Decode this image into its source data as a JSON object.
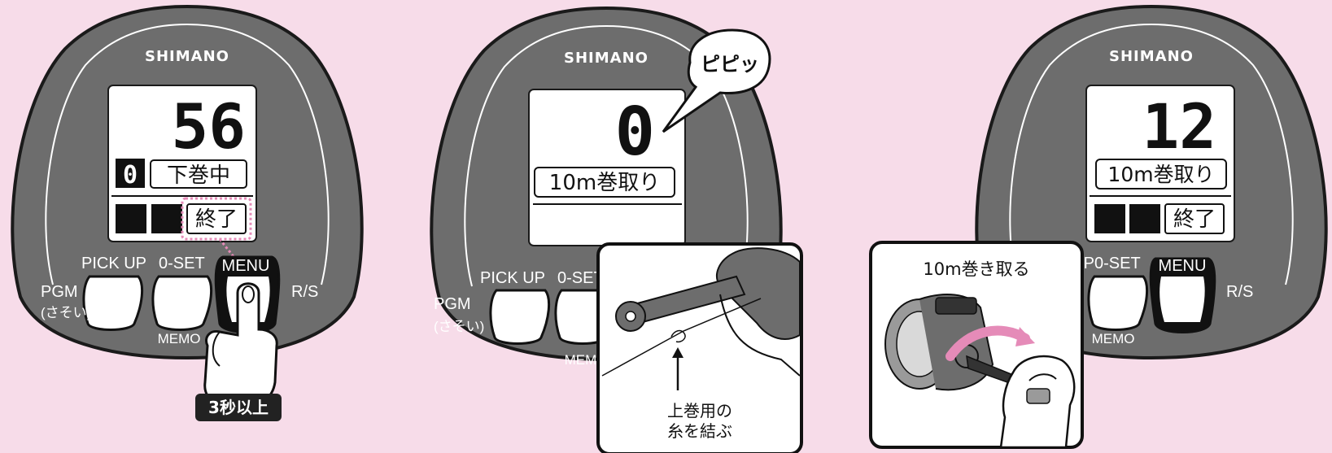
{
  "brand": "SHIMANO",
  "labels": {
    "pick_up": "PICK UP",
    "zero_set": "0-SET",
    "menu": "MENU",
    "pgm": "PGM",
    "pgm_sub": "(さそい)",
    "rs": "R/S",
    "memo": "MEMO"
  },
  "panel1": {
    "depth": "56",
    "small_box": "0",
    "status": "下巻中",
    "end_label": "終了",
    "hold_badge": "3秒以上"
  },
  "panel2": {
    "depth": "0",
    "mode": "10m巻取り",
    "bubble": "ピピッ",
    "inset_caption_line1": "上巻用の",
    "inset_caption_line2": "糸を結ぶ"
  },
  "panel3": {
    "depth": "12",
    "mode": "10m巻取り",
    "end_label": "終了",
    "inset_title": "10m巻き取る"
  },
  "colors": {
    "background": "#f7dce9",
    "body_dark": "#6d6d6d",
    "accent_pink": "#e58bb8",
    "badge": "#222222"
  }
}
